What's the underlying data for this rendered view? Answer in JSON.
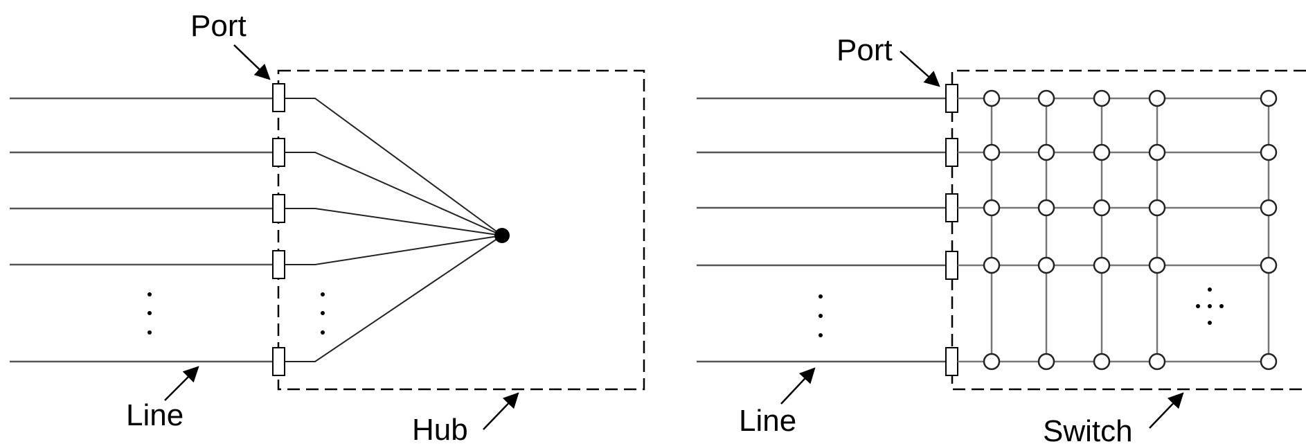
{
  "hub_diagram": {
    "port_label": "Port",
    "line_label": "Line",
    "box_label": "Hub"
  },
  "switch_diagram": {
    "port_label": "Port",
    "line_label": "Line",
    "box_label": "Switch"
  }
}
